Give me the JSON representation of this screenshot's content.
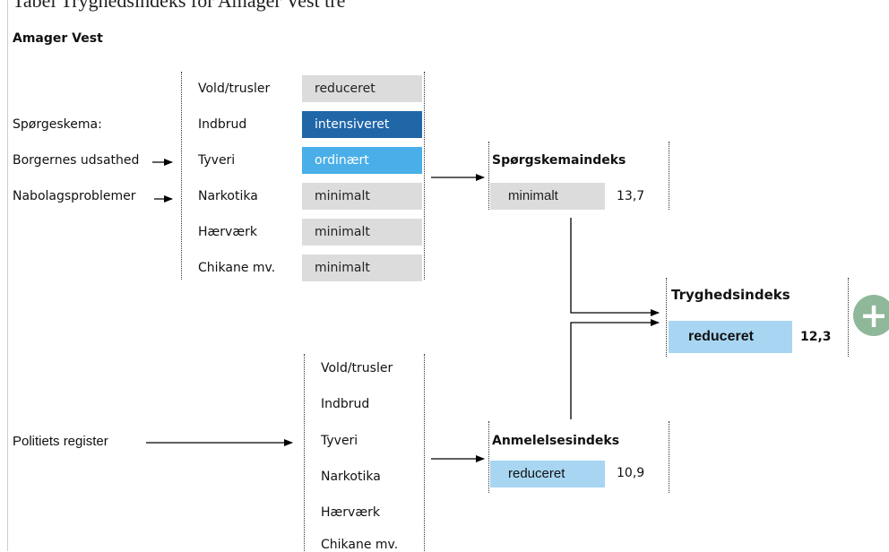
{
  "header": {
    "cut_title": "Tabel       Tryghedsindeks for Amager Vest tre",
    "area_title": "Amager Vest"
  },
  "left_labels": {
    "questionnaire": "Spørgeskema:",
    "citizens": "Borgernes udsathed",
    "neighborhood": "Nabolagsproblemer",
    "police": "Politiets register"
  },
  "survey": {
    "categories": [
      "Vold/trusler",
      "Indbrud",
      "Tyveri",
      "Narkotika",
      "Hærværk",
      "Chikane mv."
    ],
    "levels": [
      "reduceret",
      "intensiveret",
      "ordinært",
      "minimalt",
      "minimalt",
      "minimalt"
    ]
  },
  "police": {
    "categories": [
      "Vold/trusler",
      "Indbrud",
      "Tyveri",
      "Narkotika",
      "Hærværk",
      "Chikane mv."
    ]
  },
  "survey_index": {
    "title": "Spørgskemaindeks",
    "level": "minimalt",
    "value": "13,7"
  },
  "report_index": {
    "title": "Anmelelsesindeks",
    "level": "reduceret",
    "value": "10,9"
  },
  "safety_index": {
    "title": "Tryghedsindeks",
    "level": "reduceret",
    "value": "12,3"
  },
  "icons": {
    "expand": "plus-circle-icon"
  },
  "colors": {
    "gray": "#dcdcdc",
    "dark_blue": "#2067a8",
    "mid_blue": "#4aaee8",
    "light_blue": "#a8d6f2",
    "plus": "#8fb79a"
  }
}
